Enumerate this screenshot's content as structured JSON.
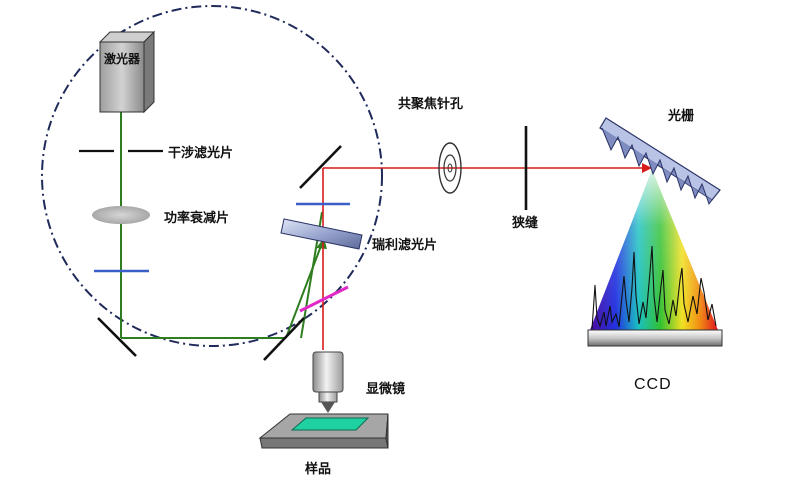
{
  "labels": {
    "laser": "激光器",
    "interference_filter": "干涉滤光片",
    "power_attenuator": "功率衰减片",
    "edge_filter": "瑞利滤光片",
    "confocal_pinhole": "共聚焦针孔",
    "slit": "狭缝",
    "grating": "光栅",
    "microscope": "显微镜",
    "sample": "样品",
    "ccd": "CCD"
  },
  "colors": {
    "laser_beam_green": "#2e7d1e",
    "raman_beam_red": "#d81b1b",
    "filter_blue": "#3a5fc8",
    "dichroic_magenta": "#e02ac8",
    "circle_dash": "#1f2a5a"
  }
}
